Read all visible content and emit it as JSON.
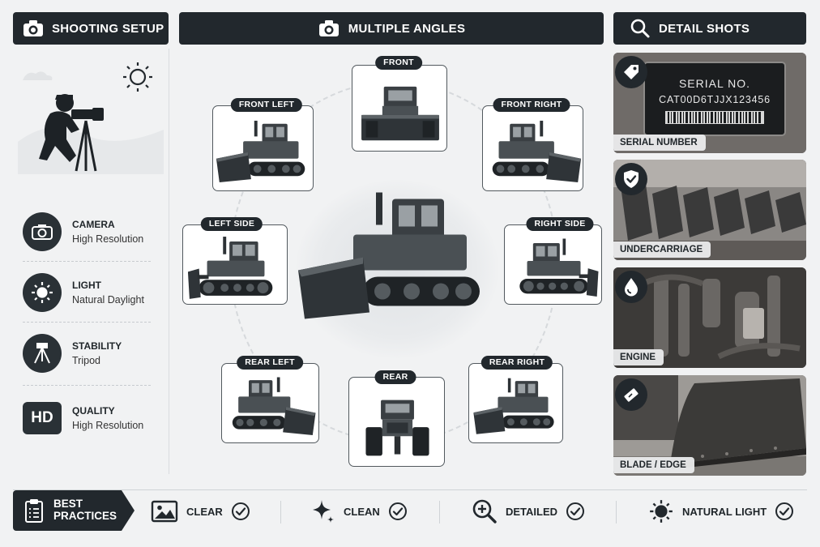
{
  "setup": {
    "title": "SHOOTING SETUP",
    "items": [
      {
        "title": "CAMERA",
        "value": "High Resolution",
        "icon": "camera-icon"
      },
      {
        "title": "LIGHT",
        "value": "Natural Daylight",
        "icon": "sun-icon"
      },
      {
        "title": "STABILITY",
        "value": "Tripod",
        "icon": "tripod-icon"
      },
      {
        "title": "QUALITY",
        "value": "High Resolution",
        "icon": "hd-badge",
        "badge": "HD"
      }
    ]
  },
  "angles": {
    "title": "MULTIPLE ANGLES",
    "views": [
      "FRONT",
      "FRONT LEFT",
      "FRONT RIGHT",
      "LEFT SIDE",
      "RIGHT SIDE",
      "REAR LEFT",
      "REAR",
      "REAR RIGHT"
    ]
  },
  "details": {
    "title": "DETAIL SHOTS",
    "plate_line1": "SERIAL NO.",
    "plate_line2": "CAT00D6TJJX123456",
    "items": [
      {
        "label": "SERIAL NUMBER",
        "icon": "tag-icon"
      },
      {
        "label": "UNDERCARRIAGE",
        "icon": "shield-check-icon"
      },
      {
        "label": "ENGINE",
        "icon": "drop-icon"
      },
      {
        "label": "BLADE / EDGE",
        "icon": "blade-icon"
      }
    ]
  },
  "practices": {
    "title_line1": "BEST",
    "title_line2": "PRACTICES",
    "items": [
      {
        "label": "CLEAR",
        "icon": "image-icon"
      },
      {
        "label": "CLEAN",
        "icon": "sparkle-icon"
      },
      {
        "label": "DETAILED",
        "icon": "zoom-in-icon"
      },
      {
        "label": "NATURAL LIGHT",
        "icon": "sun-icon"
      }
    ]
  },
  "colors": {
    "dark": "#22282d",
    "background": "#f1f2f3",
    "accent_light": "#e3e5e7"
  }
}
